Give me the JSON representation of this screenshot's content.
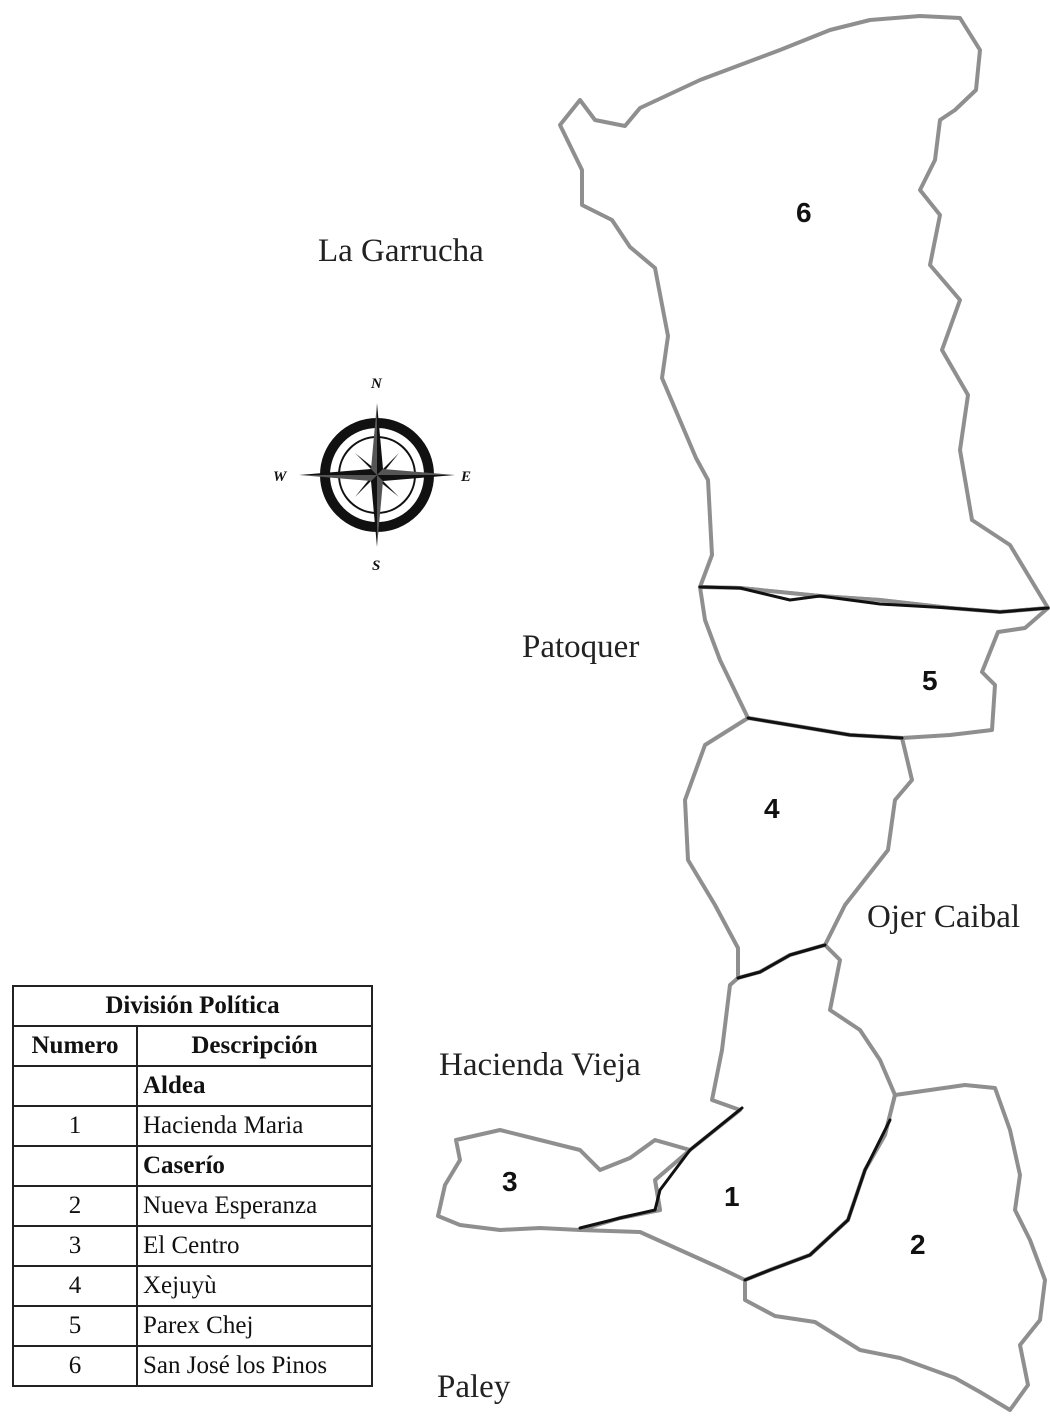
{
  "regions": [
    {
      "number": "1"
    },
    {
      "number": "2"
    },
    {
      "number": "3"
    },
    {
      "number": "4"
    },
    {
      "number": "5"
    },
    {
      "number": "6"
    }
  ],
  "neighbors": {
    "la_garrucha": "La Garrucha",
    "patoquer": "Patoquer",
    "ojer_caibal": "Ojer Caibal",
    "hacienda_vieja": "Hacienda Vieja",
    "paley": "Paley"
  },
  "compass": {
    "north": "N",
    "south": "S",
    "east": "E",
    "west": "W"
  },
  "legend": {
    "title": "División Política",
    "col_number": "Numero",
    "col_description": "Descripción",
    "rows": [
      {
        "number": "",
        "description": "Aldea",
        "category": true
      },
      {
        "number": "1",
        "description": "Hacienda Maria",
        "category": false
      },
      {
        "number": "",
        "description": "Caserío",
        "category": true
      },
      {
        "number": "2",
        "description": "Nueva Esperanza",
        "category": false
      },
      {
        "number": "3",
        "description": "El Centro",
        "category": false
      },
      {
        "number": "4",
        "description": "Xejuyù",
        "category": false
      },
      {
        "number": "5",
        "description": "Parex Chej",
        "category": false
      },
      {
        "number": "6",
        "description": "San José los Pinos",
        "category": false
      }
    ]
  },
  "colors": {
    "outline": "#8f8f8f",
    "internal_border": "#111111",
    "background": "#ffffff"
  }
}
